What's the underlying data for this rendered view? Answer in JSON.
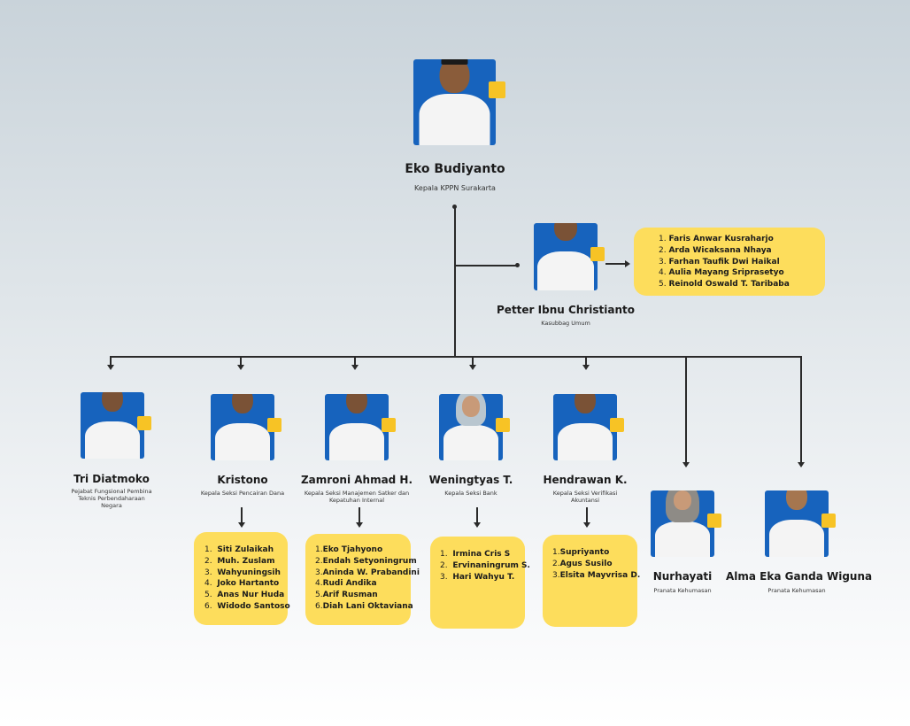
{
  "colors": {
    "photo_bg": "#1763bd",
    "accent": "#f7c325",
    "list_box": "#fddd5c"
  },
  "head": {
    "name": "Eko Budiyanto",
    "role": "Kepala KPPN Surakarta"
  },
  "subbag": {
    "name": "Petter Ibnu Christianto",
    "role": "Kasubbag Umum",
    "staff": [
      "Faris Anwar Kusraharjo",
      "Arda Wicaksana Nhaya",
      "Farhan Taufik Dwi Haikal",
      "Aulia Mayang Sriprasetyo",
      "Reinold Oswald T. Taribaba"
    ]
  },
  "units": [
    {
      "name": "Tri Diatmoko",
      "role": "Pejabat Fungsional Pembina Teknis Perbendaharaan Negara",
      "staff": []
    },
    {
      "name": "Kristono",
      "role": "Kepala Seksi Pencairan Dana",
      "staff": [
        "Siti Zulaikah",
        "Muh. Zuslam",
        "Wahyuningsih",
        "Joko Hartanto",
        "Anas Nur Huda",
        "Widodo Santoso"
      ]
    },
    {
      "name": "Zamroni Ahmad H.",
      "role": "Kepala Seksi Manajemen Satker dan Kepatuhan Internal",
      "staff": [
        "Eko Tjahyono",
        "Endah Setyoningrum",
        "Aninda W. Prabandini",
        "Rudi Andika",
        "Arif Rusman",
        "Diah Lani Oktaviana"
      ]
    },
    {
      "name": "Weningtyas T.",
      "role": "Kepala Seksi Bank",
      "staff": [
        "Irmina Cris S",
        "Ervinaningrum S.",
        "Hari Wahyu T."
      ]
    },
    {
      "name": "Hendrawan K.",
      "role": "Kepala Seksi Verifikasi Akuntansi",
      "staff": [
        "Supriyanto",
        "Agus Susilo",
        "Elsita Mayvrisa D."
      ]
    },
    {
      "name": "Nurhayati",
      "role": "Pranata Kehumasan",
      "staff": []
    },
    {
      "name": "Alma Eka Ganda Wiguna",
      "role": "Pranata Kehumasan",
      "staff": []
    }
  ]
}
